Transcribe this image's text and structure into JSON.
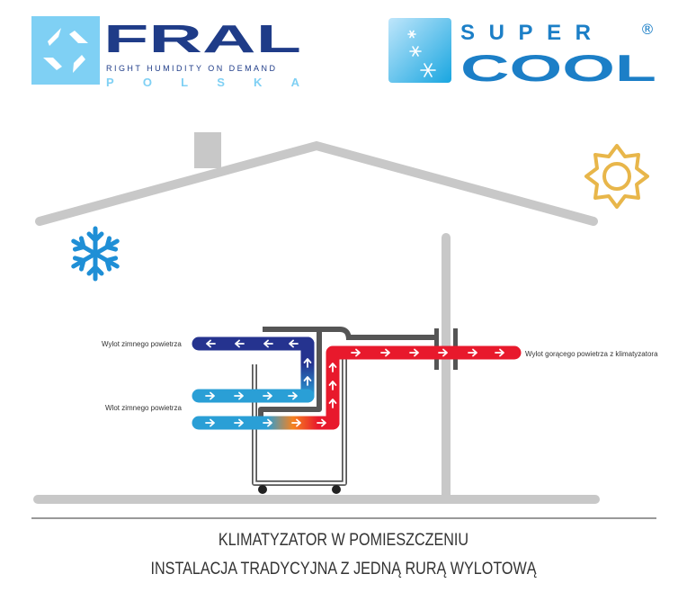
{
  "logos": {
    "fral": {
      "name": "FRAL",
      "tagline": "RIGHT HUMIDITY ON DEMAND",
      "sub": "POLSKA"
    },
    "supercool": {
      "line1": "SUPER",
      "line2": "COOL",
      "mark": "®"
    }
  },
  "labels": {
    "cold_out": "Wylot zimnego powietrza",
    "cold_in": "Wlot zimnego powietrza",
    "hot_out": "Wylot gorącego powietrza z klimatyzatora"
  },
  "caption": {
    "line1": "KLIMATYZATOR W POMIESZCZENIU",
    "line2": "INSTALACJA TRADYCYJNA Z JEDNĄ RURĄ WYLOTOWĄ"
  },
  "colors": {
    "dark_blue": "#25338f",
    "light_blue": "#2a9fd6",
    "red": "#e8192c",
    "grey": "#c8c8c8",
    "sun": "#e8b64a",
    "snow": "#1f8fd6"
  }
}
